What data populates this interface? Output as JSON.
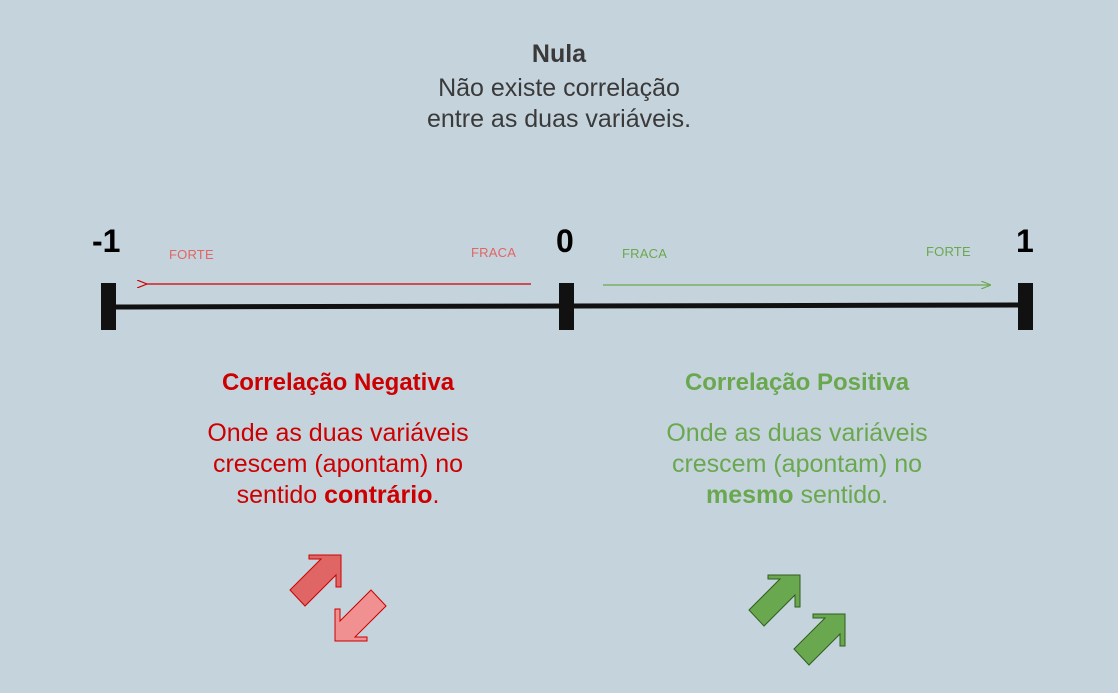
{
  "nula": {
    "title": "Nula",
    "line1": "Não existe correlação",
    "line2": "entre as duas variáveis."
  },
  "ticks": {
    "min": "-1",
    "zero": "0",
    "max": "1"
  },
  "negative_side": {
    "strong_label": "FORTE",
    "weak_label": "FRACA",
    "title": "Correlação Negativa",
    "line1": "Onde as duas variáveis",
    "line2": "crescem (apontam) no",
    "line3_pre": "sentido ",
    "line3_bold": "contrário",
    "line3_post": ".",
    "color": "#cc0000",
    "arrow_colors": [
      "#e06666",
      "#f09090"
    ]
  },
  "positive_side": {
    "weak_label": "FRACA",
    "strong_label": "FORTE",
    "title": "Correlação Positiva",
    "line1": "Onde as duas variáveis",
    "line2": "crescem (apontam) no",
    "line3_bold": "mesmo",
    "line3_post": " sentido.",
    "color": "#6aa84f",
    "arrow_color": "#6aa84f"
  },
  "colors": {
    "background": "#c5d3dc",
    "axis": "#111111"
  }
}
